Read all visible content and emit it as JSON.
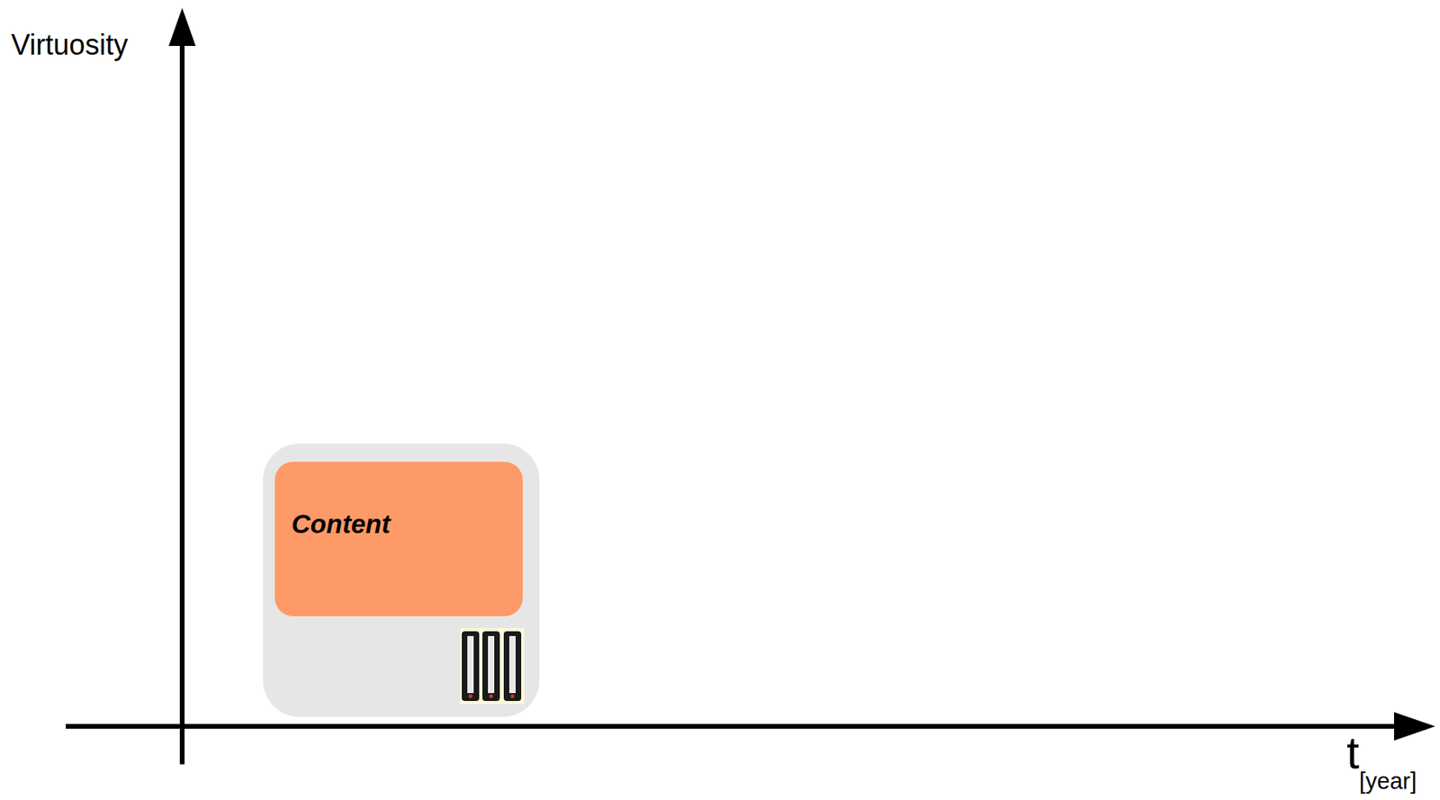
{
  "diagram": {
    "nodes": [
      {
        "text": [
          "Content"
        ]
      }
    ],
    "labels": [
      "Virtuosity",
      "t",
      "[year]"
    ]
  }
}
